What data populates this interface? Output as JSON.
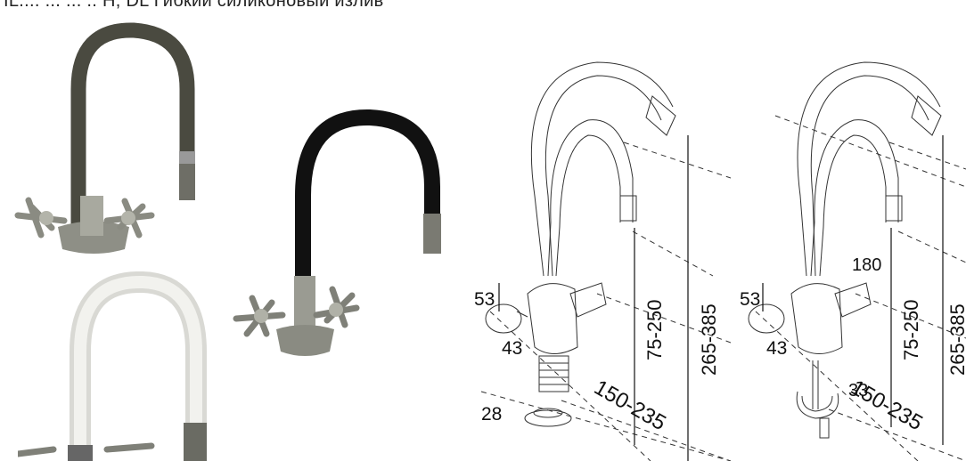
{
  "caption": "IL.... ... ... .. H, DL Гибкий силиконовый излив",
  "drawings": [
    {
      "dims": {
        "base_height": "53",
        "handle_width": "43",
        "thread": "28",
        "spout_height": "75-250",
        "total_height": "265-385",
        "reach": "150-235"
      }
    },
    {
      "dims": {
        "base_height": "53",
        "handle_width": "43",
        "mount": "33",
        "spout_height": "75-250",
        "total_height": "265-385",
        "reach": "150-235",
        "body_height": "180"
      }
    }
  ]
}
